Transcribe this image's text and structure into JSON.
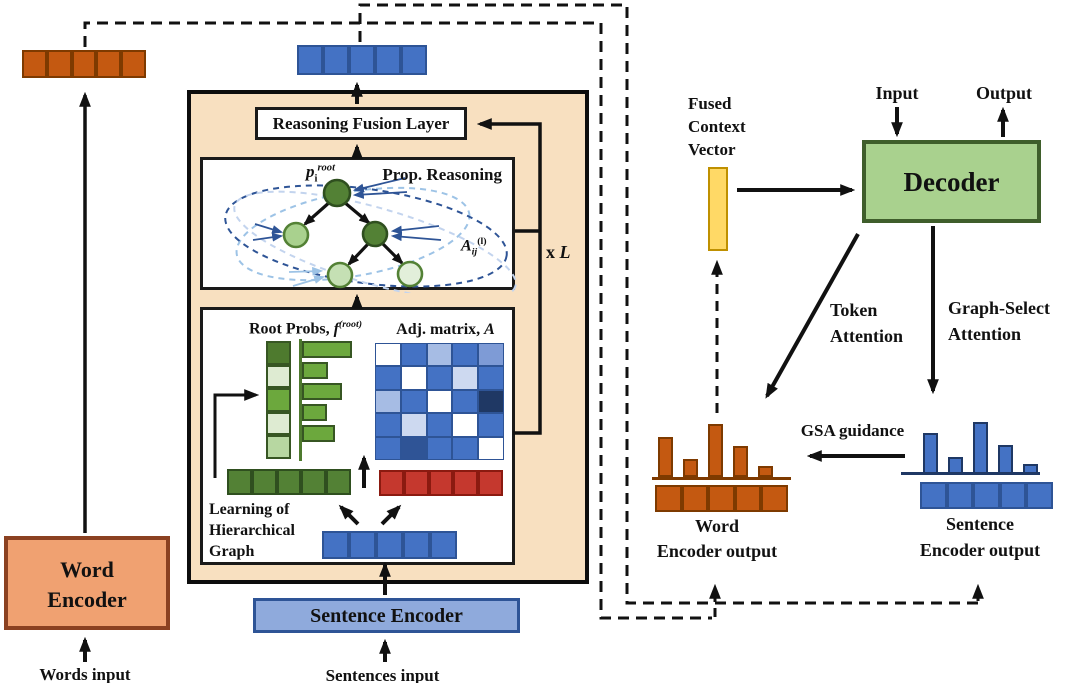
{
  "figure": {
    "type": "model-architecture-diagram",
    "description": "Hierarchical graph reasoning summarization architecture"
  },
  "colors": {
    "panel_bg": "#F8E0C0",
    "orange_fill": "#C45911",
    "orange_border": "#7E3A00",
    "blue_fill": "#4472C4",
    "blue_border": "#2E5496",
    "navy": "#1F3864",
    "green_dark": "#4E7A2E",
    "green_mid": "#6CA83D",
    "green_light": "#A9D18E",
    "green_lighter": "#C5E0B4",
    "green_lightest": "#E2EFDA",
    "red_fill": "#C5382E",
    "red_border": "#8B1A10",
    "yellow_fill": "#FFD966",
    "yellow_border": "#BF9000",
    "decoder_fill": "#A9D18E",
    "decoder_border": "#3F5E2B",
    "word_encoder_fill": "#F0A171",
    "word_encoder_border": "#8B4121",
    "sentence_encoder_fill": "#8FAADC"
  },
  "labels": {
    "reasoning_fusion_layer": "Reasoning Fusion Layer",
    "prop_reasoning": "Prop. Reasoning",
    "p_root": {
      "base": "p",
      "sub": "i",
      "sup": "root"
    },
    "a_ij": {
      "base": "A",
      "sub": "ij",
      "sup": "(l)"
    },
    "x_l": {
      "prefix": "x ",
      "var": "L"
    },
    "root_probs": {
      "prefix": "Root Probs, ",
      "var": "f",
      "sup": "(root)"
    },
    "adj_matrix": {
      "prefix": "Adj. matrix, ",
      "var": "A"
    },
    "learning_graph": {
      "line1": "Learning of",
      "line2": "Hierarchical",
      "line3": "Graph"
    },
    "sentence_encoder": "Sentence Encoder",
    "sentences_input": "Sentences input",
    "word_encoder": {
      "line1": "Word",
      "line2": "Encoder"
    },
    "words_input": "Words input",
    "fused_context": {
      "line1": "Fused",
      "line2": "Context",
      "line3": "Vector"
    },
    "decoder": "Decoder",
    "decoder_input": "Input",
    "decoder_output": "Output",
    "token_attention": {
      "line1": "Token",
      "line2": "Attention"
    },
    "graph_select_attention": {
      "line1": "Graph-Select",
      "line2": "Attention"
    },
    "gsa_guidance": "GSA guidance",
    "word_encoder_output": {
      "line1": "Word",
      "line2": "Encoder output"
    },
    "sentence_encoder_output": {
      "line1": "Sentence",
      "line2": "Encoder output"
    }
  },
  "vectors": {
    "word_embedding": {
      "cells": 5,
      "fill": "#C45911",
      "border": "#7E3A00"
    },
    "sentence_embedding": {
      "cells": 5,
      "fill": "#4472C4",
      "border": "#2E5496"
    },
    "root_score_vector": {
      "cells": 5,
      "fill": "#538135",
      "border": "#2F4F1F"
    },
    "adj_score_vector": {
      "cells": 5,
      "fill": "#C5382E",
      "border": "#8B1A10"
    },
    "sentence_hidden": {
      "cells": 5,
      "fill": "#4472C4",
      "border": "#2E5496"
    },
    "word_output_vector": {
      "cells": 5,
      "fill": "#C45911",
      "border": "#7E3A00"
    },
    "sentence_output_vector": {
      "cells": 5,
      "fill": "#4472C4",
      "border": "#2E5496"
    }
  },
  "root_probs_chart": {
    "type": "bar",
    "column_colors": [
      "#4E7A2E",
      "#DEEBD2",
      "#6CA83D",
      "#DEEBD2",
      "#B7D7A1"
    ],
    "bars": [
      {
        "width": 50,
        "fill": "#6CA83D",
        "border": "#375623"
      },
      {
        "width": 26,
        "fill": "#6CA83D",
        "border": "#375623"
      },
      {
        "width": 40,
        "fill": "#6CA83D",
        "border": "#375623"
      },
      {
        "width": 25,
        "fill": "#6CA83D",
        "border": "#375623"
      },
      {
        "width": 33,
        "fill": "#6CA83D",
        "border": "#375623"
      }
    ]
  },
  "adjacency_matrix": {
    "type": "heatmap",
    "rows": [
      [
        "#FFFFFF",
        "#4472C4",
        "#A6BCE4",
        "#4472C4",
        "#7E9BD6"
      ],
      [
        "#4472C4",
        "#FFFFFF",
        "#4472C4",
        "#CDD9F0",
        "#4472C4"
      ],
      [
        "#A6BCE4",
        "#4472C4",
        "#FFFFFF",
        "#4472C4",
        "#1F3864"
      ],
      [
        "#4472C4",
        "#CDD9F0",
        "#4472C4",
        "#FFFFFF",
        "#4472C4"
      ],
      [
        "#4472C4",
        "#2F5496",
        "#4472C4",
        "#4472C4",
        "#FFFFFF"
      ]
    ]
  },
  "attention_histograms": {
    "word": {
      "type": "bar",
      "heights": [
        40,
        18,
        53,
        31,
        11
      ],
      "fill": "#C45911",
      "border": "#7E3A00"
    },
    "sentence": {
      "type": "bar",
      "heights": [
        41,
        17,
        52,
        29,
        10
      ],
      "fill": "#4472C4",
      "border": "#1F3864"
    }
  },
  "tree": {
    "node_colors": {
      "root": "#538135",
      "left": "#A9D18E",
      "right": "#538135",
      "leaf_left": "#C5E0B4",
      "leaf_right": "#E2EFDA"
    },
    "edge_color": "#111111",
    "message_colors": {
      "dark": "#2E5496",
      "light": "#9DC3E6"
    }
  }
}
